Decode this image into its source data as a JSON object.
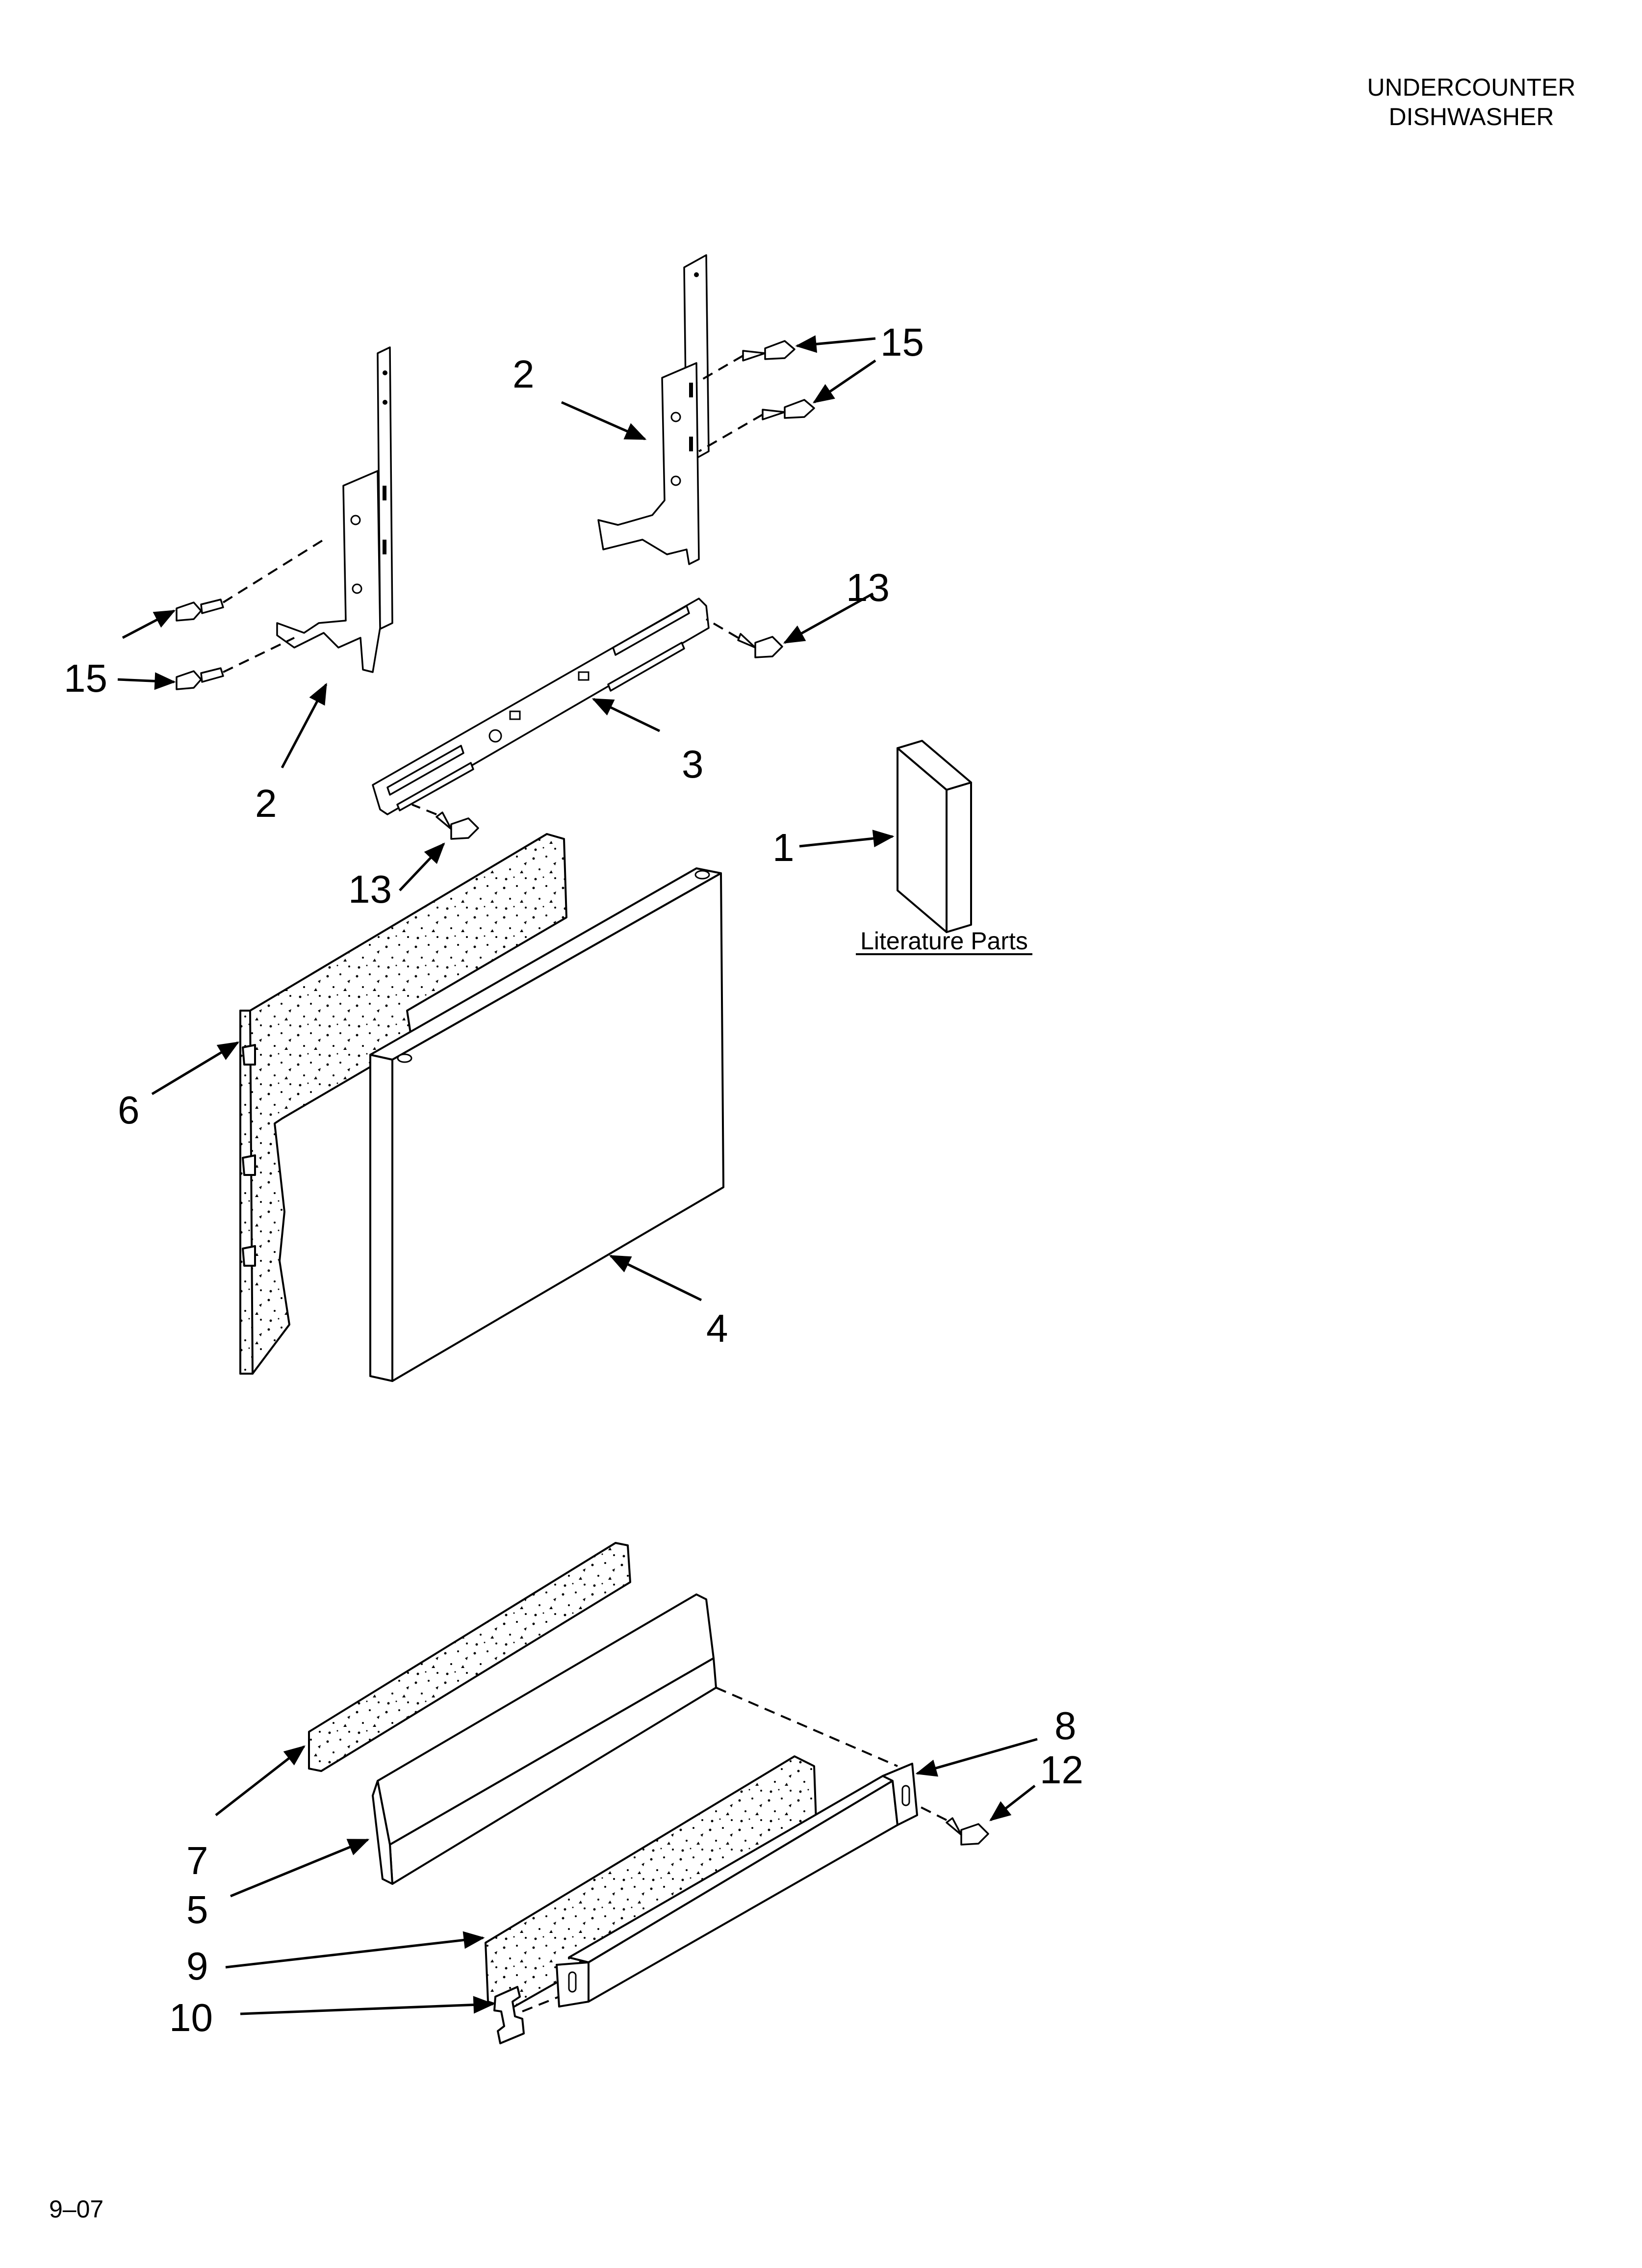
{
  "header": {
    "line1": "UNDERCOUNTER",
    "line2": "DISHWASHER"
  },
  "footer": {
    "date_code": "9–07"
  },
  "literature_label": "Literature Parts",
  "callouts": [
    {
      "id": "c15a",
      "text": "15"
    },
    {
      "id": "c2a",
      "text": "2"
    },
    {
      "id": "c13a",
      "text": "13"
    },
    {
      "id": "c15b",
      "text": "15"
    },
    {
      "id": "c2b",
      "text": "2"
    },
    {
      "id": "c3",
      "text": "3"
    },
    {
      "id": "c1",
      "text": "1"
    },
    {
      "id": "c13b",
      "text": "13"
    },
    {
      "id": "c6",
      "text": "6"
    },
    {
      "id": "c4",
      "text": "4"
    },
    {
      "id": "c8",
      "text": "8"
    },
    {
      "id": "c12",
      "text": "12"
    },
    {
      "id": "c7",
      "text": "7"
    },
    {
      "id": "c5",
      "text": "5"
    },
    {
      "id": "c9",
      "text": "9"
    },
    {
      "id": "c10",
      "text": "10"
    }
  ]
}
